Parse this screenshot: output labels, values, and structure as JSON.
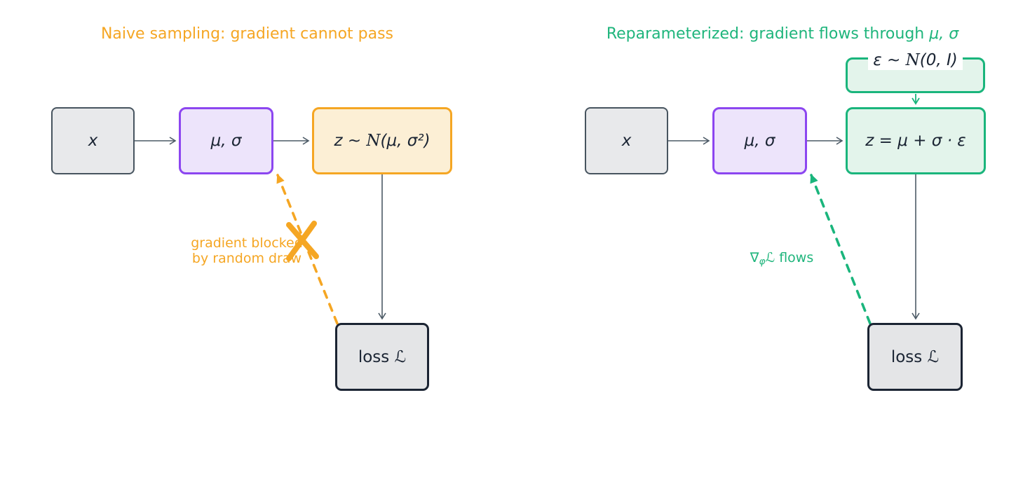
{
  "figure": {
    "background": "#ffffff",
    "colors": {
      "orange": "#F5A623",
      "green": "#1AB57C",
      "purple": "#8C46F0",
      "slate_arrow": "#4C5A66",
      "dark_border": "#1B2433",
      "gray_fill": "#E8E9EB",
      "purple_fill": "#EDE4FB",
      "orange_fill": "#FCEFD5",
      "green_fill": "#E3F4EB"
    }
  },
  "left": {
    "title": "Naive sampling: gradient cannot pass",
    "box_x": "x",
    "box_musigma": "μ, σ",
    "box_z_pre": "z ~ ",
    "box_z_cal": "N",
    "box_z_post": "(μ, σ²)",
    "box_loss": "loss ℒ",
    "note_line1": "gradient blocked",
    "note_line2": "by random draw"
  },
  "right": {
    "title_main": "Reparameterized: gradient flows through ",
    "title_math": "μ, σ",
    "box_eps_pre": "ε ~ ",
    "box_eps_cal": "N",
    "box_eps_post": "(0, I)",
    "box_x": "x",
    "box_musigma": "μ, σ",
    "box_z": "z = μ + σ · ε",
    "box_loss": "loss ℒ",
    "note_nabla": "∇",
    "note_phi": "φ",
    "note_cal_l": "ℒ",
    "note_flows": " flows"
  }
}
